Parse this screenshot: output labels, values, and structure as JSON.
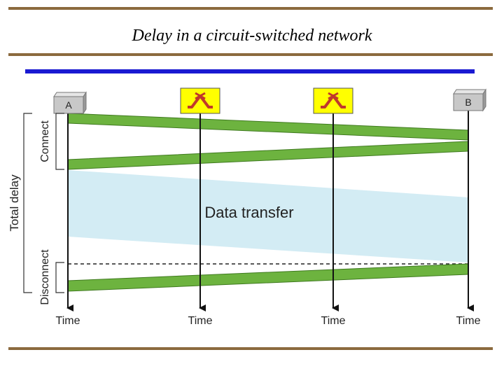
{
  "title": "Delay in a circuit-switched network",
  "nodes": {
    "a": "A",
    "b": "B"
  },
  "phases": {
    "connect": "Connect",
    "data": "Data transfer",
    "disconnect": "Disconnect"
  },
  "total_delay": "Total delay",
  "time_labels": [
    "Time",
    "Time",
    "Time",
    "Time"
  ],
  "colors": {
    "rule": "#8b6a3e",
    "accent_bar": "#1a1ad2",
    "signal": "#6db33f",
    "data": "#d3ecf4",
    "switch_fill": "#ffff00",
    "switch_symbol": "#c0392b",
    "node_fill": "#c8c8c8"
  },
  "icons": {
    "switch": "switch-icon",
    "node": "computer-node-icon"
  }
}
